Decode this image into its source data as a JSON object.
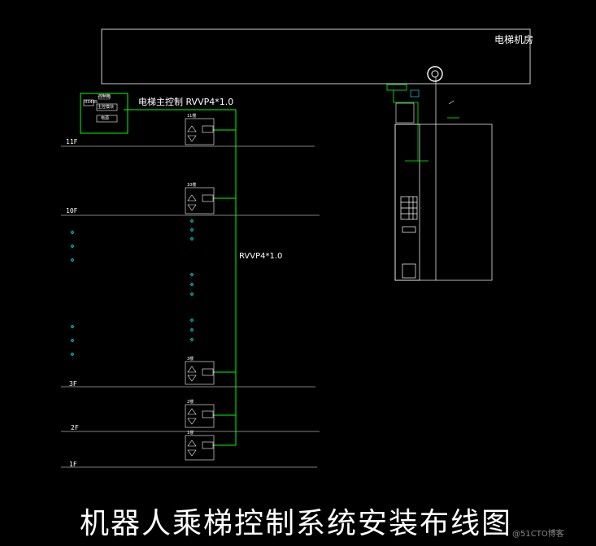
{
  "machine_room": {
    "label": "电梯机房"
  },
  "cable_top": {
    "label": "电梯主控制 RVVP4*1.0"
  },
  "cable_mid": {
    "label": "RVVP4*1.0"
  },
  "floors": [
    {
      "id": "11f",
      "label": "11F"
    },
    {
      "id": "10f",
      "label": "10F"
    },
    {
      "id": "3f",
      "label": "3F"
    },
    {
      "id": "2f",
      "label": "2F"
    },
    {
      "id": "1f",
      "label": "1F"
    }
  ],
  "panel_labels": [
    "11楼",
    "10楼",
    "3楼",
    "2楼",
    "1楼"
  ],
  "control_box": {
    "title": "控制箱",
    "module_a": "RS485",
    "module_b": "主控模块",
    "module_c": "电源"
  },
  "title": "机器人乘梯控制系统安装布线图",
  "watermark": "@51CTO博客",
  "colors": {
    "background": "#000000",
    "line": "#ffffff",
    "wire": "#00ff00",
    "accent": "#00ffff"
  }
}
